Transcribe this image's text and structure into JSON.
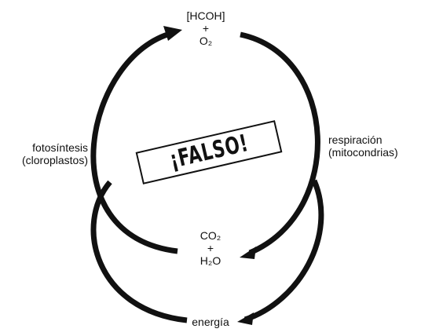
{
  "top_compound": {
    "line1": "[HCOH]",
    "line2": "+",
    "line3": "O₂"
  },
  "middle_compound": {
    "line1": "CO₂",
    "line2": "+",
    "line3": "H₂O"
  },
  "bottom_label": "energía",
  "left_process": {
    "line1": "fotosíntesis",
    "line2": "(cloroplastos)"
  },
  "right_process": {
    "line1": "respiración",
    "line2": "(mitocondrias)"
  },
  "stamp_text": "¡FALSO!"
}
